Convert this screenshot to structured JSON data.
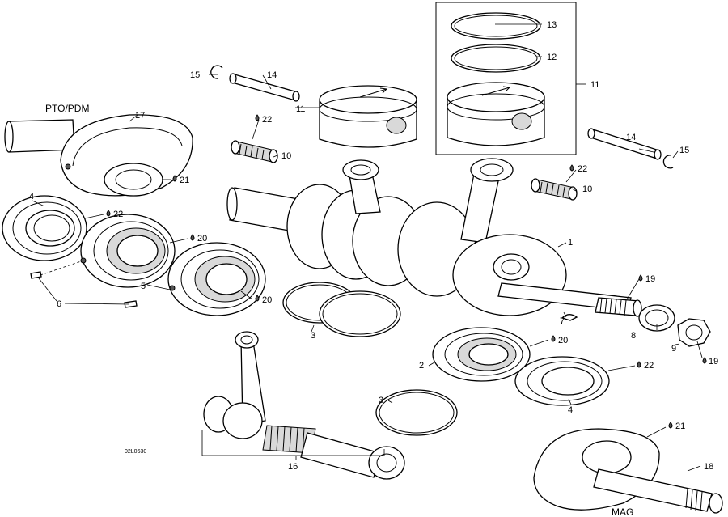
{
  "header_left": "PTO/PDM",
  "header_right": "MAG",
  "drawing_code": "02L0630",
  "lube_icon": "drop-icon",
  "callouts": {
    "c1": "1",
    "c2": "2",
    "c3a": "3",
    "c3b": "3",
    "c4a": "4",
    "c4b": "4",
    "c5": "5",
    "c6": "6",
    "c7": "7",
    "c8": "8",
    "c9": "9",
    "c10a": "10",
    "c10b": "10",
    "c11a": "11",
    "c11b": "11",
    "c12": "12",
    "c13": "13",
    "c14a": "14",
    "c14b": "14",
    "c15a": "15",
    "c15b": "15",
    "c16": "16",
    "c17": "17",
    "c18": "18",
    "c19a": "19",
    "c19b": "19",
    "c20a": "20",
    "c20b": "20",
    "c20c": "20",
    "c21a": "21",
    "c21b": "21",
    "c22a": "22",
    "c22b": "22",
    "c22c": "22",
    "c22d": "22"
  }
}
